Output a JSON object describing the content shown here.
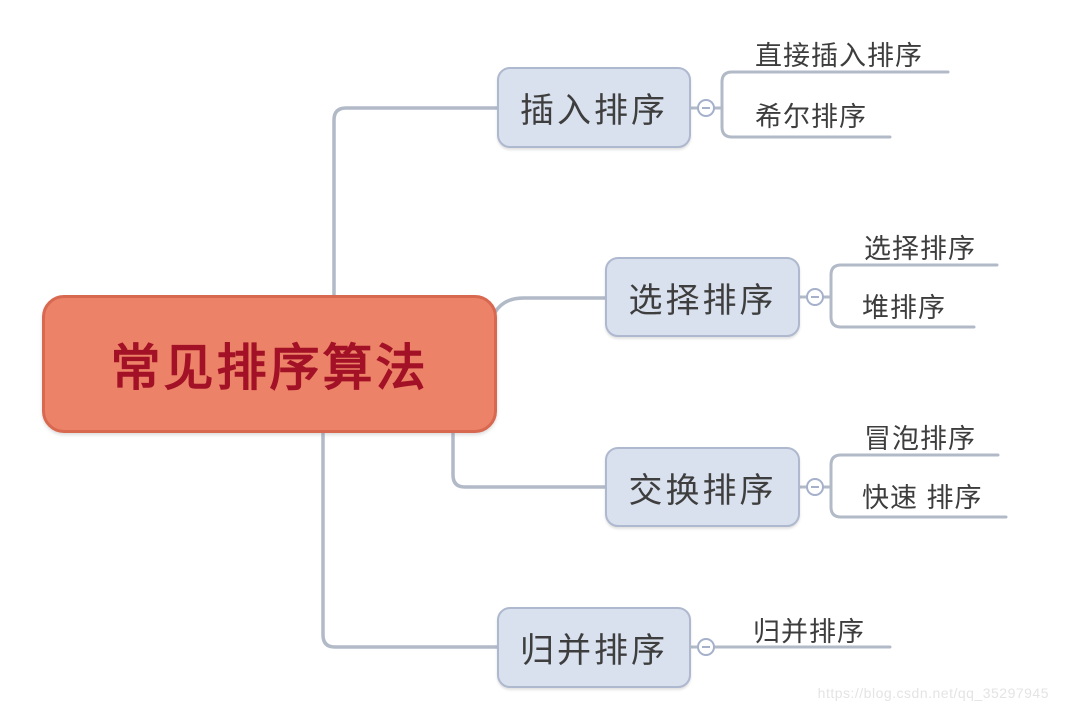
{
  "root": {
    "label": "常见排序算法"
  },
  "branches": [
    {
      "label": "插入排序",
      "children": [
        "直接插入排序",
        "希尔排序"
      ]
    },
    {
      "label": "选择排序",
      "children": [
        "选择排序",
        "堆排序"
      ]
    },
    {
      "label": "交换排序",
      "children": [
        "冒泡排序",
        "快速 排序"
      ]
    },
    {
      "label": "归并排序",
      "children": [
        "归并排序"
      ]
    }
  ],
  "toggles": {
    "state": "collapsed-minus",
    "count": 4
  },
  "watermark": "https://blog.csdn.net/qq_35297945",
  "colors": {
    "root_fill": "#EC8268",
    "root_border": "#D8684F",
    "root_text": "#A31126",
    "branch_fill": "#D9E0EE",
    "branch_border": "#AEB8CF",
    "branch_text": "#3E3E3E",
    "leaf_text": "#3D3D3D",
    "connector": "#B2BAC8",
    "toggle_ring": "#A5B1CB",
    "watermark_text": "#E4E4E4"
  }
}
